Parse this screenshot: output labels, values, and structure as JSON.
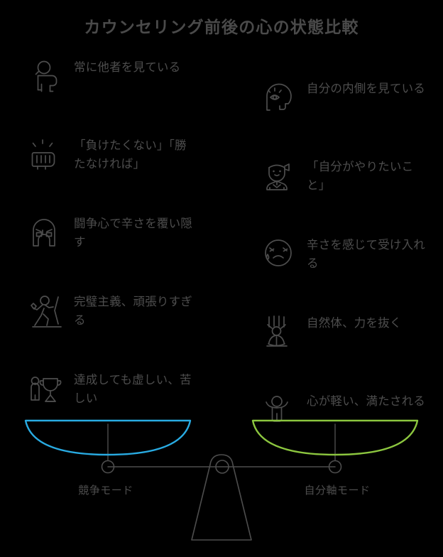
{
  "header": {
    "title": "カウンセリング前後の心の状態比較"
  },
  "colors": {
    "background": "#000000",
    "text": "#4d4d4d",
    "title": "#4a4a4a",
    "stroke": "#4d4d4d",
    "left_pan": "#29abe2",
    "right_pan": "#8cc63f"
  },
  "left_column": {
    "items": [
      {
        "icon": "person-looking-around-icon",
        "label": "常に他者を見ている"
      },
      {
        "icon": "clenched-fist-icon",
        "label": "「負けたくない」「勝たなければ」"
      },
      {
        "icon": "angry-mask-face-icon",
        "label": "闘争心で辛さを覆い隠す"
      },
      {
        "icon": "person-pushing-uphill-icon",
        "label": "完璧主義、頑張りすぎる"
      },
      {
        "icon": "person-with-trophy-icon",
        "label": "達成しても虚しい、苦しい"
      }
    ]
  },
  "right_column": {
    "items": [
      {
        "icon": "head-with-inner-eye-icon",
        "label": "自分の内側を見ている"
      },
      {
        "icon": "smiling-person-icon",
        "label": "「自分がやりたいこと」"
      },
      {
        "icon": "crying-face-icon",
        "label": "辛さを感じて受け入れる"
      },
      {
        "icon": "person-relaxing-icon",
        "label": "自然体、力を抜く"
      },
      {
        "icon": "person-arms-open-icon",
        "label": "心が軽い、満たされる"
      }
    ]
  },
  "balance": {
    "left_pan_label": "競争モード",
    "right_pan_label": "自分軸モード"
  },
  "footer": {
    "note": ""
  }
}
